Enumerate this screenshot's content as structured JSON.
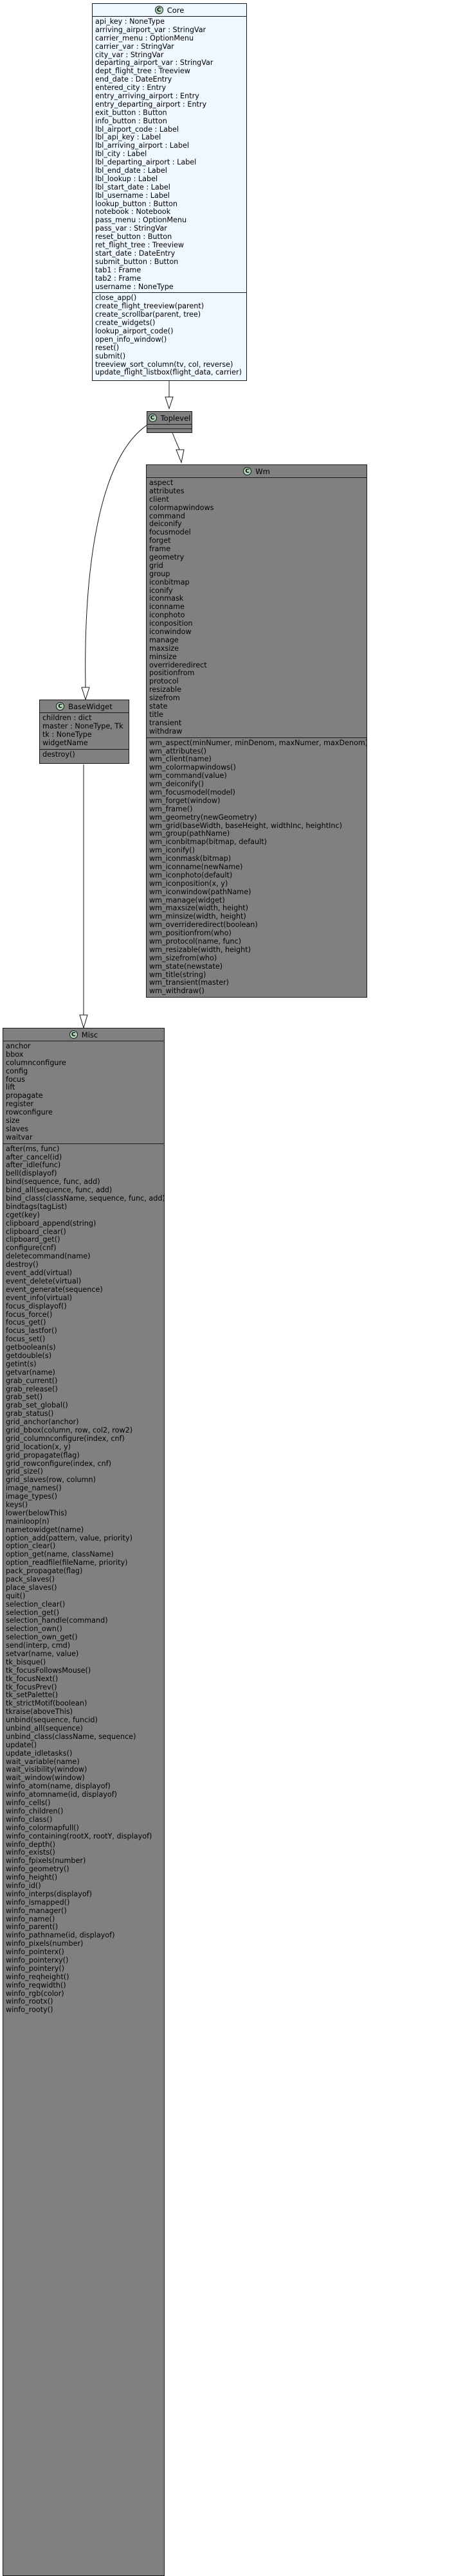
{
  "classes": {
    "core": {
      "name": "Core",
      "stereotype": "C",
      "attributes": [
        "api_key : NoneType",
        "arriving_airport_var : StringVar",
        "carrier_menu : OptionMenu",
        "carrier_var : StringVar",
        "city_var : StringVar",
        "departing_airport_var : StringVar",
        "dept_flight_tree : Treeview",
        "end_date : DateEntry",
        "entered_city : Entry",
        "entry_arriving_airport : Entry",
        "entry_departing_airport : Entry",
        "exit_button : Button",
        "info_button : Button",
        "lbl_airport_code : Label",
        "lbl_api_key : Label",
        "lbl_arriving_airport : Label",
        "lbl_city : Label",
        "lbl_departing_airport : Label",
        "lbl_end_date : Label",
        "lbl_lookup : Label",
        "lbl_start_date : Label",
        "lbl_username : Label",
        "lookup_button : Button",
        "notebook : Notebook",
        "pass_menu : OptionMenu",
        "pass_var : StringVar",
        "reset_button : Button",
        "ret_flight_tree : Treeview",
        "start_date : DateEntry",
        "submit_button : Button",
        "tab1 : Frame",
        "tab2 : Frame",
        "username : NoneType"
      ],
      "methods": [
        "close_app()",
        "create_flight_treeview(parent)",
        "create_scrollbar(parent, tree)",
        "create_widgets()",
        "lookup_airport_code()",
        "open_info_window()",
        "reset()",
        "submit()",
        "treeview_sort_column(tv, col, reverse)",
        "update_flight_listbox(flight_data, carrier)"
      ]
    },
    "toplevel": {
      "name": "Toplevel",
      "stereotype": "C"
    },
    "wm": {
      "name": "Wm",
      "stereotype": "C",
      "attributes": [
        "aspect",
        "attributes",
        "client",
        "colormapwindows",
        "command",
        "deiconify",
        "focusmodel",
        "forget",
        "frame",
        "geometry",
        "grid",
        "group",
        "iconbitmap",
        "iconify",
        "iconmask",
        "iconname",
        "iconphoto",
        "iconposition",
        "iconwindow",
        "manage",
        "maxsize",
        "minsize",
        "overrideredirect",
        "positionfrom",
        "protocol",
        "resizable",
        "sizefrom",
        "state",
        "title",
        "transient",
        "withdraw"
      ],
      "methods": [
        "wm_aspect(minNumer, minDenom, maxNumer, maxDenom)",
        "wm_attributes()",
        "wm_client(name)",
        "wm_colormapwindows()",
        "wm_command(value)",
        "wm_deiconify()",
        "wm_focusmodel(model)",
        "wm_forget(window)",
        "wm_frame()",
        "wm_geometry(newGeometry)",
        "wm_grid(baseWidth, baseHeight, widthInc, heightInc)",
        "wm_group(pathName)",
        "wm_iconbitmap(bitmap, default)",
        "wm_iconify()",
        "wm_iconmask(bitmap)",
        "wm_iconname(newName)",
        "wm_iconphoto(default)",
        "wm_iconposition(x, y)",
        "wm_iconwindow(pathName)",
        "wm_manage(widget)",
        "wm_maxsize(width, height)",
        "wm_minsize(width, height)",
        "wm_overrideredirect(boolean)",
        "wm_positionfrom(who)",
        "wm_protocol(name, func)",
        "wm_resizable(width, height)",
        "wm_sizefrom(who)",
        "wm_state(newstate)",
        "wm_title(string)",
        "wm_transient(master)",
        "wm_withdraw()"
      ]
    },
    "basewidget": {
      "name": "BaseWidget",
      "stereotype": "C",
      "attributes": [
        "children : dict",
        "master : NoneType, Tk",
        "tk : NoneType",
        "widgetName"
      ],
      "methods": [
        "destroy()"
      ]
    },
    "misc": {
      "name": "Misc",
      "stereotype": "C",
      "attributes": [
        "anchor",
        "bbox",
        "columnconfigure",
        "config",
        "focus",
        "lift",
        "propagate",
        "register",
        "rowconfigure",
        "size",
        "slaves",
        "waitvar"
      ],
      "methods": [
        "after(ms, func)",
        "after_cancel(id)",
        "after_idle(func)",
        "bell(displayof)",
        "bind(sequence, func, add)",
        "bind_all(sequence, func, add)",
        "bind_class(className, sequence, func, add)",
        "bindtags(tagList)",
        "cget(key)",
        "clipboard_append(string)",
        "clipboard_clear()",
        "clipboard_get()",
        "configure(cnf)",
        "deletecommand(name)",
        "destroy()",
        "event_add(virtual)",
        "event_delete(virtual)",
        "event_generate(sequence)",
        "event_info(virtual)",
        "focus_displayof()",
        "focus_force()",
        "focus_get()",
        "focus_lastfor()",
        "focus_set()",
        "getboolean(s)",
        "getdouble(s)",
        "getint(s)",
        "getvar(name)",
        "grab_current()",
        "grab_release()",
        "grab_set()",
        "grab_set_global()",
        "grab_status()",
        "grid_anchor(anchor)",
        "grid_bbox(column, row, col2, row2)",
        "grid_columnconfigure(index, cnf)",
        "grid_location(x, y)",
        "grid_propagate(flag)",
        "grid_rowconfigure(index, cnf)",
        "grid_size()",
        "grid_slaves(row, column)",
        "image_names()",
        "image_types()",
        "keys()",
        "lower(belowThis)",
        "mainloop(n)",
        "nametowidget(name)",
        "option_add(pattern, value, priority)",
        "option_clear()",
        "option_get(name, className)",
        "option_readfile(fileName, priority)",
        "pack_propagate(flag)",
        "pack_slaves()",
        "place_slaves()",
        "quit()",
        "selection_clear()",
        "selection_get()",
        "selection_handle(command)",
        "selection_own()",
        "selection_own_get()",
        "send(interp, cmd)",
        "setvar(name, value)",
        "tk_bisque()",
        "tk_focusFollowsMouse()",
        "tk_focusNext()",
        "tk_focusPrev()",
        "tk_setPalette()",
        "tk_strictMotif(boolean)",
        "tkraise(aboveThis)",
        "unbind(sequence, funcid)",
        "unbind_all(sequence)",
        "unbind_class(className, sequence)",
        "update()",
        "update_idletasks()",
        "wait_variable(name)",
        "wait_visibility(window)",
        "wait_window(window)",
        "winfo_atom(name, displayof)",
        "winfo_atomname(id, displayof)",
        "winfo_cells()",
        "winfo_children()",
        "winfo_class()",
        "winfo_colormapfull()",
        "winfo_containing(rootX, rootY, displayof)",
        "winfo_depth()",
        "winfo_exists()",
        "winfo_fpixels(number)",
        "winfo_geometry()",
        "winfo_height()",
        "winfo_id()",
        "winfo_interps(displayof)",
        "winfo_ismapped()",
        "winfo_manager()",
        "winfo_name()",
        "winfo_parent()",
        "winfo_pathname(id, displayof)",
        "winfo_pixels(number)",
        "winfo_pointerx()",
        "winfo_pointerxy()",
        "winfo_pointery()",
        "winfo_reqheight()",
        "winfo_reqwidth()",
        "winfo_rgb(color)",
        "winfo_rootx()",
        "winfo_rooty()"
      ]
    }
  },
  "colors": {
    "core_fill": "#f0f8ff",
    "gray_fill": "#808080",
    "circle_fill": "#add1b2",
    "border": "#181818"
  }
}
